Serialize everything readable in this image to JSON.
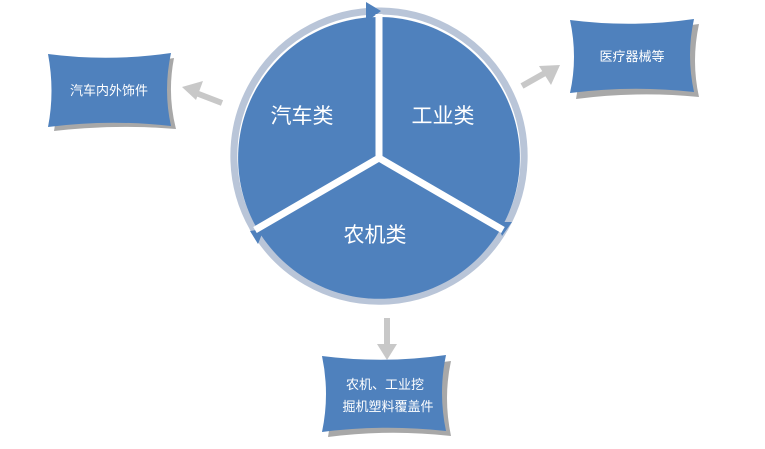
{
  "cycle": {
    "segments": [
      {
        "label": "汽车类"
      },
      {
        "label": "工业类"
      },
      {
        "label": "农机类"
      }
    ]
  },
  "callouts": [
    {
      "lines": [
        "汽车内外饰件"
      ]
    },
    {
      "lines": [
        "医疗器械等"
      ]
    },
    {
      "lines": [
        "农机、工业挖",
        "掘机塑料覆盖件"
      ]
    }
  ],
  "colors": {
    "segment_fill": "#4f81bd",
    "segment_divider": "#ffffff",
    "cycle_ring": "#b9c5d8",
    "arrow": "#c8c8c8",
    "callout_fill": "#4f81bd",
    "callout_shadow": "#a8a8a8",
    "text": "#ffffff"
  }
}
